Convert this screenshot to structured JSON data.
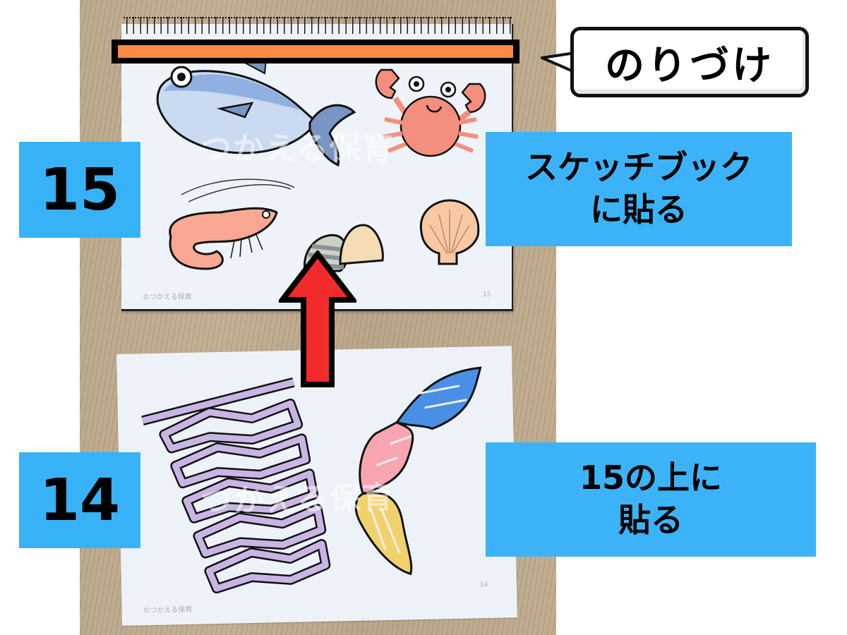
{
  "callouts": {
    "glue_bubble": "のりづけ",
    "page15_badge": "15",
    "page14_badge": "14",
    "page15_instruction": [
      "スケッチブック",
      "に貼る"
    ],
    "page14_instruction": [
      "15の上に",
      "貼る"
    ]
  },
  "pages": {
    "sketchbook_page": {
      "credit": "©つかえる保育",
      "page_number": "15",
      "watermark": "つかえる保育",
      "illustrations": [
        "fish",
        "crab",
        "shrimp",
        "clam",
        "shell",
        "scallop"
      ]
    },
    "loose_sheet": {
      "credit": "©つかえる保育",
      "page_number": "14",
      "watermark": "つかえる保育",
      "illustrations": [
        "fishing-net",
        "seaweed-ribbon"
      ]
    }
  },
  "colors": {
    "callout_blue": "#38b2f7",
    "glue_strip_orange": "#fb8a45",
    "arrow_red": "#f42b2b",
    "background_wood": "#bba78a"
  }
}
